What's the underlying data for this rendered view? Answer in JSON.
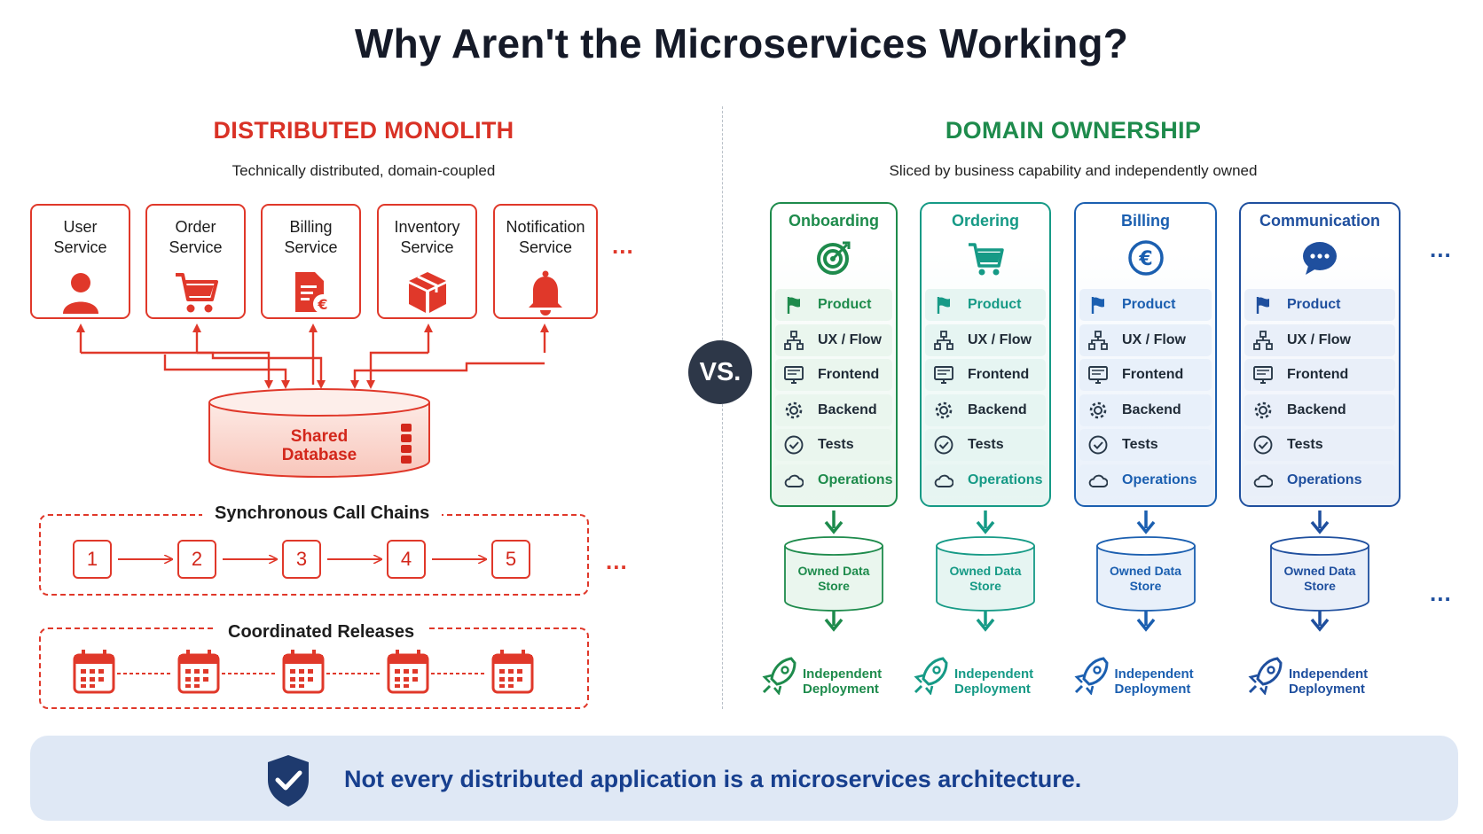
{
  "title": "Why Aren't the Microservices Working?",
  "left": {
    "heading": "DISTRIBUTED MONOLITH",
    "subtitle": "Technically distributed, domain-coupled",
    "services": [
      {
        "line1": "User",
        "line2": "Service",
        "icon": "user-icon"
      },
      {
        "line1": "Order",
        "line2": "Service",
        "icon": "cart-icon"
      },
      {
        "line1": "Billing",
        "line2": "Service",
        "icon": "invoice-euro-icon"
      },
      {
        "line1": "Inventory",
        "line2": "Service",
        "icon": "box-icon"
      },
      {
        "line1": "Notification",
        "line2": "Service",
        "icon": "bell-icon"
      }
    ],
    "ellipsis": "...",
    "database": {
      "line1": "Shared",
      "line2": "Database"
    },
    "call_chains": {
      "label": "Synchronous Call Chains",
      "steps": [
        "1",
        "2",
        "3",
        "4",
        "5"
      ]
    },
    "releases": {
      "label": "Coordinated Releases",
      "icon": "calendar-icon"
    },
    "accent_color": "#e0382a"
  },
  "vs_label": "VS.",
  "right": {
    "heading": "DOMAIN OWNERSHIP",
    "subtitle": "Sliced by business capability and independently owned",
    "ellipsis": "...",
    "rows": [
      {
        "label": "Product",
        "icon": "flag-icon"
      },
      {
        "label": "UX / Flow",
        "icon": "sitemap-icon"
      },
      {
        "label": "Frontend",
        "icon": "monitor-icon"
      },
      {
        "label": "Backend",
        "icon": "gear-icon"
      },
      {
        "label": "Tests",
        "icon": "check-circle-icon"
      },
      {
        "label": "Operations",
        "icon": "cloud-icon"
      }
    ],
    "columns": [
      {
        "name": "Onboarding",
        "icon": "target-icon",
        "color": "#1e8b4c",
        "fill": "#eaf6ee"
      },
      {
        "name": "Ordering",
        "icon": "cart-icon",
        "color": "#169a86",
        "fill": "#e6f5f2"
      },
      {
        "name": "Billing",
        "icon": "euro-icon",
        "color": "#1b5fb0",
        "fill": "#e8f0fa"
      },
      {
        "name": "Communication",
        "icon": "chat-bubble-icon",
        "color": "#1f4f9e",
        "fill": "#e9eff9"
      }
    ],
    "store": {
      "line1": "Owned Data",
      "line2": "Store"
    },
    "deploy": {
      "line1": "Independent",
      "line2": "Deployment",
      "icon": "rocket-icon"
    }
  },
  "banner": {
    "text": "Not every distributed application is a microservices architecture.",
    "icon": "shield-check-icon"
  }
}
